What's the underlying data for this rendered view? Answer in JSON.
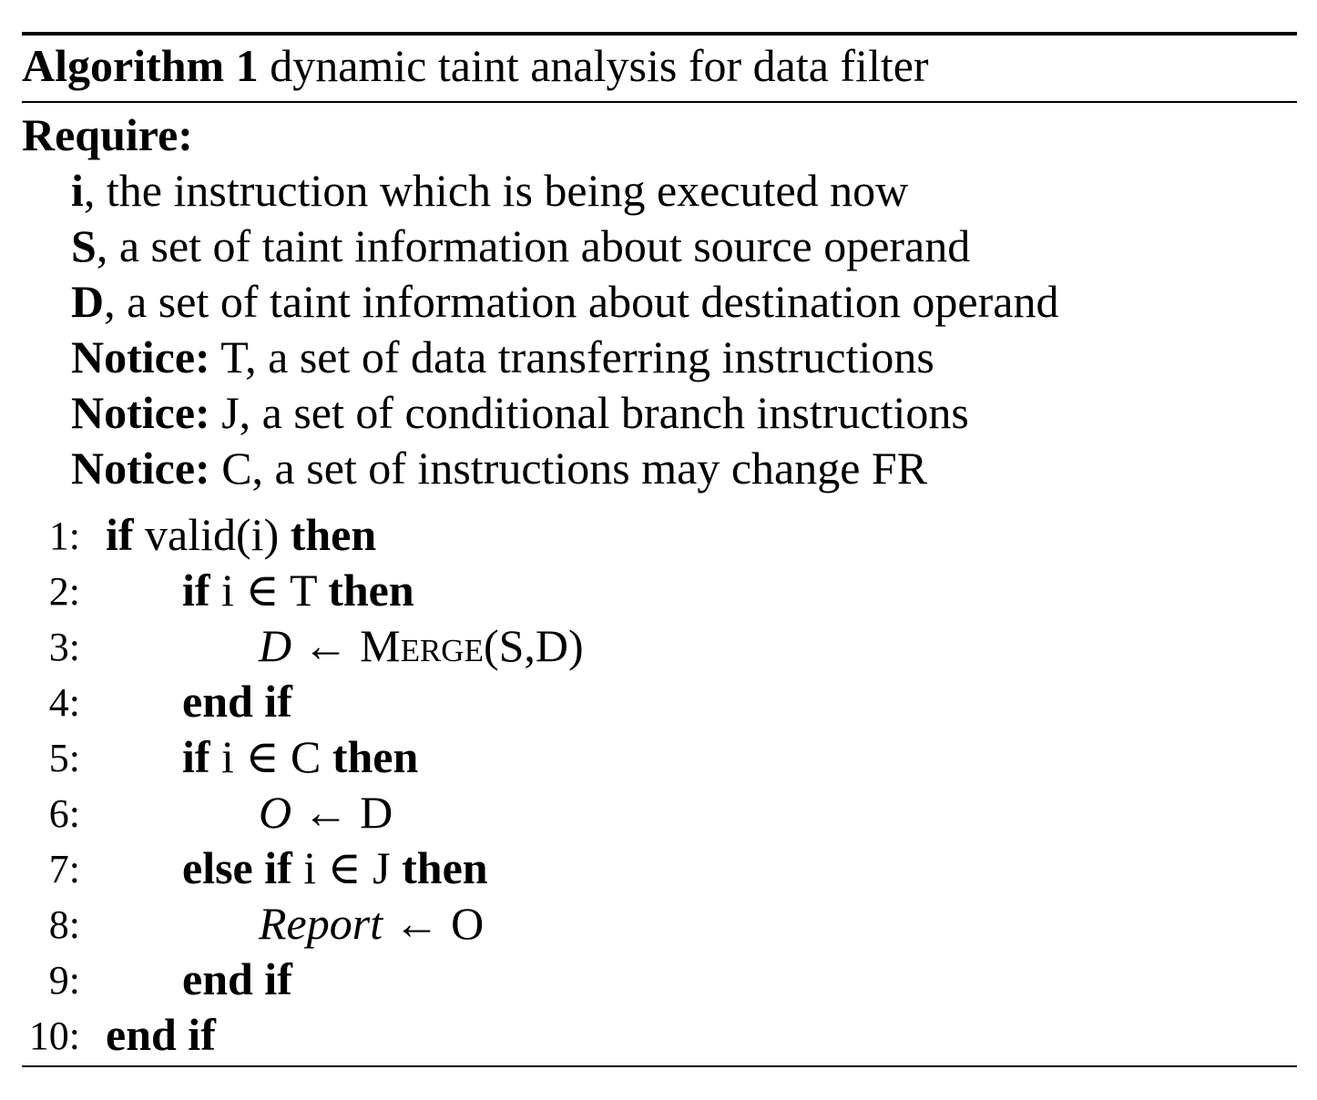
{
  "caption": {
    "label": "Algorithm 1",
    "title": "dynamic taint analysis for data filter"
  },
  "require": {
    "label": "Require:",
    "items": [
      {
        "name": "i",
        "text": ", the instruction which is being executed now"
      },
      {
        "name": "S",
        "text": ", a set of taint information about source operand"
      },
      {
        "name": "D",
        "text": ", a set of taint information about destination operand"
      }
    ],
    "notices": [
      {
        "label": "Notice:",
        "text": "T, a set of data transferring instructions"
      },
      {
        "label": "Notice:",
        "text": "J, a set of conditional branch instructions"
      },
      {
        "label": "Notice:",
        "text": "C, a set of instructions may change FR"
      }
    ]
  },
  "lines": [
    {
      "no": "1:",
      "kw1": "if",
      "body": "valid(i)",
      "kw2": "then"
    },
    {
      "no": "2:",
      "kw1": "if",
      "body": "i ∈ T",
      "kw2": "then"
    },
    {
      "no": "3:",
      "var": "D",
      "arrow": "←",
      "func": "Merge",
      "args": "(S,D)"
    },
    {
      "no": "4:",
      "kw1": "end if"
    },
    {
      "no": "5:",
      "kw1": "if",
      "body": "i ∈ C",
      "kw2": "then"
    },
    {
      "no": "6:",
      "var": "O",
      "arrow": "←",
      "rhs": "D"
    },
    {
      "no": "7:",
      "kw1": "else if",
      "body": "i ∈ J",
      "kw2": "then"
    },
    {
      "no": "8:",
      "var": "Report",
      "arrow": "←",
      "rhs": "O"
    },
    {
      "no": "9:",
      "kw1": "end if"
    },
    {
      "no": "10:",
      "kw1": "end if"
    }
  ]
}
